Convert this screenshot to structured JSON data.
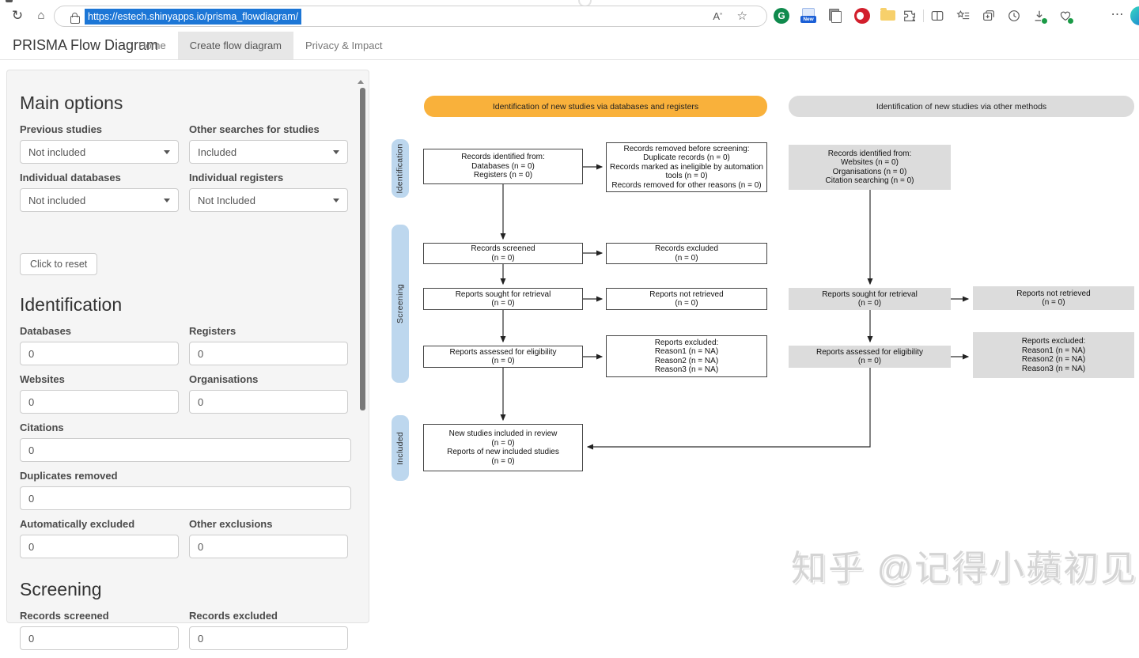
{
  "browser": {
    "url": "https://estech.shinyapps.io/prisma_flowdiagram/",
    "selection_color": "#1C76D6",
    "icons": {
      "refresh": "↻",
      "home": "⌂",
      "read_aloud": "A",
      "favorite_star": "☆",
      "grammarly_letter": "G",
      "new_badge": "New",
      "more_dots": "⋯"
    }
  },
  "navbar": {
    "brand": "PRISMA Flow Diagram",
    "tabs": [
      {
        "label": "Home",
        "active": false
      },
      {
        "label": "Create flow diagram",
        "active": true
      },
      {
        "label": "Privacy & Impact",
        "active": false
      }
    ]
  },
  "sidebar": {
    "main_heading": "Main options",
    "selects": [
      {
        "label": "Previous studies",
        "value": "Not included"
      },
      {
        "label": "Other searches for studies",
        "value": "Included"
      },
      {
        "label": "Individual databases",
        "value": "Not included"
      },
      {
        "label": "Individual registers",
        "value": "Not Included"
      }
    ],
    "reset_label": "Click to reset",
    "identification_heading": "Identification",
    "identification_fields": [
      {
        "label": "Databases",
        "value": "0"
      },
      {
        "label": "Registers",
        "value": "0"
      },
      {
        "label": "Websites",
        "value": "0"
      },
      {
        "label": "Organisations",
        "value": "0"
      },
      {
        "label": "Citations",
        "value": "0"
      },
      {
        "label": "Duplicates removed",
        "value": "0"
      },
      {
        "label": "Automatically excluded",
        "value": "0"
      },
      {
        "label": "Other exclusions",
        "value": "0"
      }
    ],
    "screening_heading": "Screening",
    "screening_fields": [
      {
        "label": "Records screened",
        "value": "0"
      },
      {
        "label": "Records excluded",
        "value": "0"
      }
    ]
  },
  "diagram": {
    "header_left": "Identification of new studies via databases and registers",
    "header_right": "Identification of new studies via other methods",
    "side_labels": [
      "Identification",
      "Screening",
      "Included"
    ],
    "colors": {
      "header_left_bg": "#F9B13B",
      "header_right_bg": "#DCDCDC",
      "side_label_bg": "#BDD7EE",
      "gray_box_bg": "#DCDCDC"
    },
    "boxes": {
      "records_identified_db": "Records identified from:\nDatabases (n = 0)\nRegisters (n = 0)",
      "records_removed": "Records removed before screening:\nDuplicate records (n = 0)\nRecords marked as ineligible by automation\ntools (n = 0)\nRecords removed for other reasons (n = 0)",
      "records_screened": "Records screened\n(n = 0)",
      "records_excluded": "Records excluded\n(n = 0)",
      "reports_sought": "Reports sought for retrieval\n(n = 0)",
      "reports_not_retrieved": "Reports not retrieved\n(n = 0)",
      "reports_assessed": "Reports assessed for eligibility\n(n = 0)",
      "reports_excluded": "Reports excluded:\nReason1 (n = NA)\nReason2 (n = NA)\nReason3 (n = NA)",
      "new_studies_included": "New studies included in review\n(n = 0)\nReports of new included studies\n(n = 0)",
      "records_identified_other": "Records identified from:\nWebsites (n = 0)\nOrganisations (n = 0)\nCitation searching (n = 0)",
      "reports_sought_other": "Reports sought for retrieval\n(n = 0)",
      "reports_not_retrieved_other": "Reports not retrieved\n(n = 0)",
      "reports_assessed_other": "Reports assessed for eligibility\n(n = 0)",
      "reports_excluded_other": "Reports excluded:\nReason1 (n = NA)\nReason2 (n = NA)\nReason3 (n = NA)"
    }
  },
  "watermark": {
    "text": "知乎 @记得小蘋初见"
  }
}
